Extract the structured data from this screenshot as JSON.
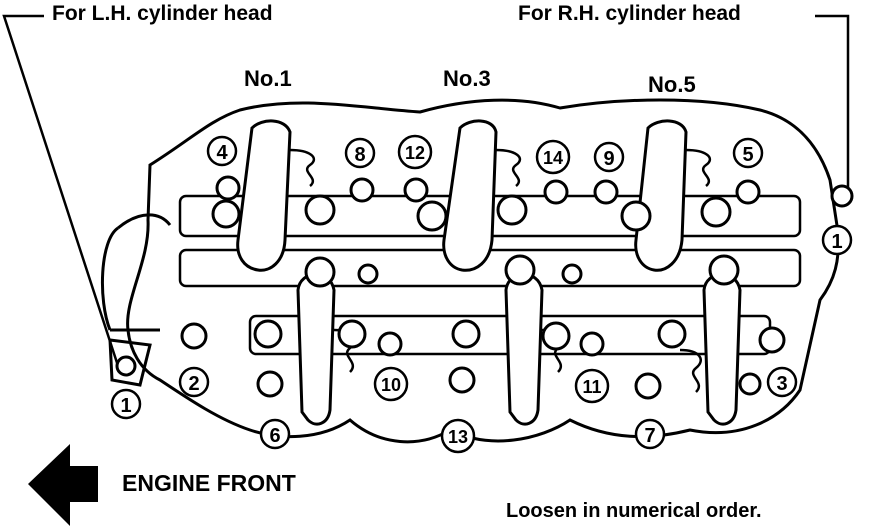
{
  "labels": {
    "lh_head": "For L.H. cylinder head",
    "rh_head": "For R.H. cylinder head",
    "cyl_1": "No.1",
    "cyl_3": "No.3",
    "cyl_5": "No.5",
    "engine_front": "ENGINE FRONT",
    "instruction": "Loosen in numerical order."
  },
  "bolt_numbers": {
    "b1_left": "1",
    "b1_right": "1",
    "b2": "2",
    "b3": "3",
    "b4": "4",
    "b5": "5",
    "b6": "6",
    "b7": "7",
    "b8": "8",
    "b9": "9",
    "b10": "10",
    "b11": "11",
    "b12": "12",
    "b13": "13",
    "b14": "14"
  },
  "arrow_icon": "left-arrow-icon"
}
